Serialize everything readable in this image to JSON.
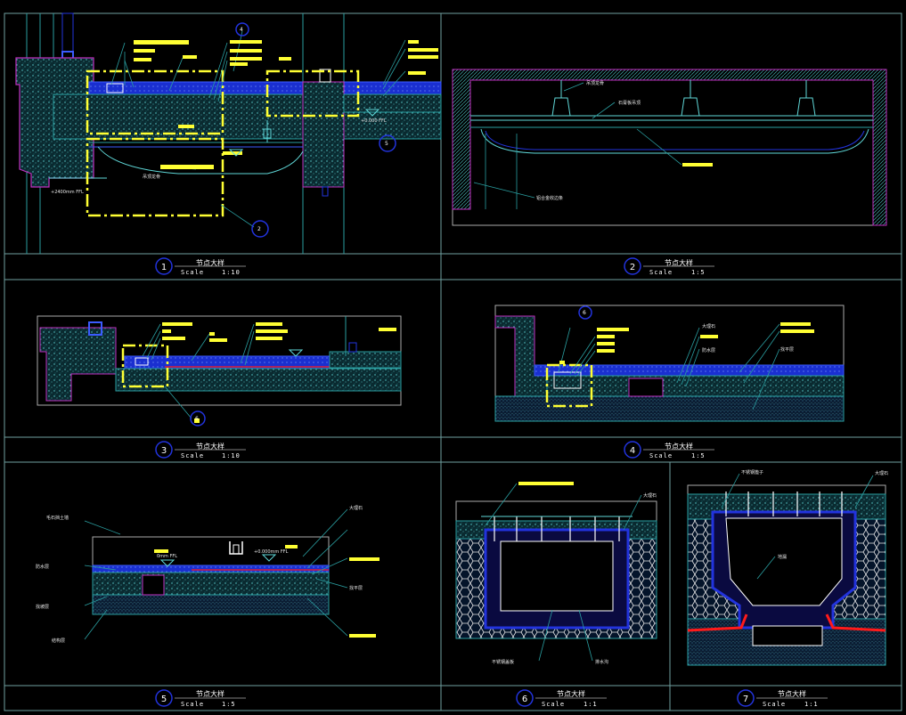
{
  "drawing": {
    "background": "#000000",
    "frame_color": "#6fa0a0",
    "colors": {
      "concrete": "#5fd7d7",
      "finish": "#2233dd",
      "tile": "#3b5bff",
      "wall_line": "#c030c0",
      "highlight": "#ffff33",
      "leader": "#2a9ea0",
      "red": "#ff1a1a",
      "text": "#ffffff"
    },
    "details": [
      {
        "number": "1",
        "title": "节点大样",
        "scale_label": "Scale",
        "scale": "1:10"
      },
      {
        "number": "2",
        "title": "节点大样",
        "scale_label": "Scale",
        "scale": "1:5"
      },
      {
        "number": "3",
        "title": "节点大样",
        "scale_label": "Scale",
        "scale": "1:10"
      },
      {
        "number": "4",
        "title": "节点大样",
        "scale_label": "Scale",
        "scale": "1:5"
      },
      {
        "number": "5",
        "title": "节点大样",
        "scale_label": "Scale",
        "scale": "1:5"
      },
      {
        "number": "6",
        "title": "节点大样",
        "scale_label": "Scale",
        "scale": "1:1"
      },
      {
        "number": "7",
        "title": "节点大样",
        "scale_label": "Scale",
        "scale": "1:1"
      }
    ],
    "callouts": {
      "d1_top": "4",
      "d1_bottom": "2",
      "d1_right": "5",
      "d3": "6",
      "d4": "6"
    },
    "levels": {
      "d1_left": "+2400mm FFL",
      "d1_right": "+0.000 FFL",
      "d5_left": "0mm FFL",
      "d5_right": "+0.000mm FFL"
    },
    "labels": {
      "d2_top": "吊顶龙骨",
      "d2_mid": "石膏板吊顶",
      "d2_left": "铝合金收边条",
      "d4_a": "大理石",
      "d4_b": "防水层",
      "d4_c": "找平层",
      "d5_a": "大理石",
      "d5_b": "防水层",
      "d5_c": "找坡层",
      "d5_d": "找平层",
      "d5_e": "结构层",
      "d6_a": "不锈钢盖板",
      "d6_b": "排水沟",
      "d7_a": "不锈钢篦子",
      "d7_b": "大理石",
      "d7_c": "地漏"
    }
  }
}
